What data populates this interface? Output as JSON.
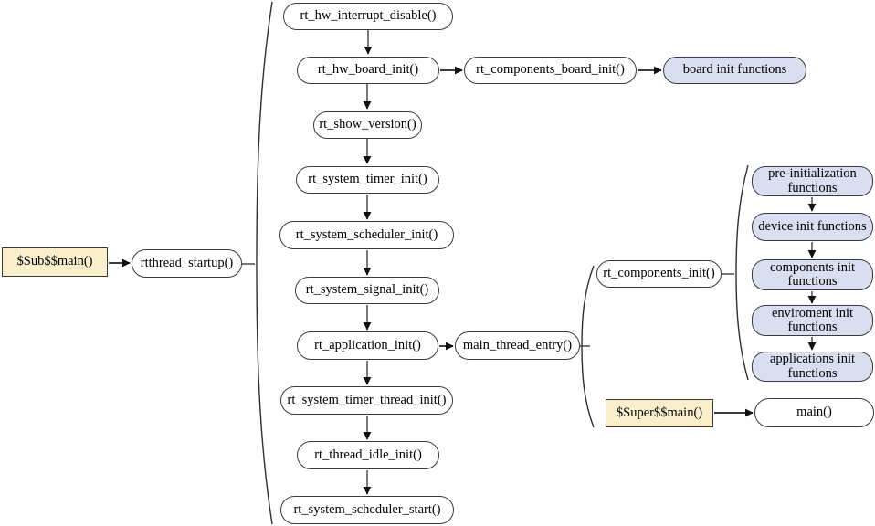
{
  "diagram": {
    "type": "flowchart",
    "colors": {
      "node_border": "#3a3a3a",
      "node_fill": "#ffffff",
      "highlight_fill": "#fbeecb",
      "accent_fill": "#d9dff1",
      "arrow_line": "#7b7b7b",
      "arrow_head": "#111111"
    },
    "nodes": [
      {
        "id": "sub-main",
        "label": "$Sub$$main()",
        "shape": "rect",
        "fill": "tan"
      },
      {
        "id": "rtthread-startup",
        "label": "rtthread_startup()",
        "shape": "pill",
        "fill": "white"
      },
      {
        "id": "rt-hw-interrupt-disable",
        "label": "rt_hw_interrupt_disable()",
        "shape": "pill",
        "fill": "white"
      },
      {
        "id": "rt-hw-board-init",
        "label": "rt_hw_board_init()",
        "shape": "pill",
        "fill": "white"
      },
      {
        "id": "rt-components-board-init",
        "label": "rt_components_board_init()",
        "shape": "pill",
        "fill": "white"
      },
      {
        "id": "board-init-functions",
        "label": "board init functions",
        "shape": "pill",
        "fill": "accent"
      },
      {
        "id": "rt-show-version",
        "label": "rt_show_version()",
        "shape": "pill",
        "fill": "white"
      },
      {
        "id": "rt-system-timer-init",
        "label": "rt_system_timer_init()",
        "shape": "pill",
        "fill": "white"
      },
      {
        "id": "rt-system-scheduler-init",
        "label": "rt_system_scheduler_init()",
        "shape": "pill",
        "fill": "white"
      },
      {
        "id": "rt-system-signal-init",
        "label": "rt_system_signal_init()",
        "shape": "pill",
        "fill": "white"
      },
      {
        "id": "rt-application-init",
        "label": "rt_application_init()",
        "shape": "pill",
        "fill": "white"
      },
      {
        "id": "main-thread-entry",
        "label": "main_thread_entry()",
        "shape": "pill",
        "fill": "white"
      },
      {
        "id": "rt-components-init",
        "label": "rt_components_init()",
        "shape": "pill",
        "fill": "white"
      },
      {
        "id": "pre-initialization-functions",
        "label": "pre-initialization functions",
        "shape": "pill",
        "fill": "accent"
      },
      {
        "id": "device-init-functions",
        "label": "device init functions",
        "shape": "pill",
        "fill": "accent"
      },
      {
        "id": "components-init-functions",
        "label": "components init functions",
        "shape": "pill",
        "fill": "accent"
      },
      {
        "id": "enviroment-init-functions",
        "label": "enviroment init functions",
        "shape": "pill",
        "fill": "accent"
      },
      {
        "id": "applications-init-functions",
        "label": "applications init functions",
        "shape": "pill",
        "fill": "accent"
      },
      {
        "id": "super-main",
        "label": "$Super$$main()",
        "shape": "rect",
        "fill": "tan"
      },
      {
        "id": "main",
        "label": "main()",
        "shape": "pill",
        "fill": "white"
      },
      {
        "id": "rt-system-timer-thread-init",
        "label": "rt_system_timer_thread_init()",
        "shape": "pill",
        "fill": "white"
      },
      {
        "id": "rt-thread-idle-init",
        "label": "rt_thread_idle_init()",
        "shape": "pill",
        "fill": "white"
      },
      {
        "id": "rt-system-scheduler-start",
        "label": "rt_system_scheduler_start()",
        "shape": "pill",
        "fill": "white"
      }
    ],
    "edges": [
      {
        "from": "sub-main",
        "to": "rtthread-startup",
        "type": "arrow"
      },
      {
        "from": "rtthread-startup",
        "to": "startup-brace-group",
        "type": "brace"
      },
      {
        "from": "rt-hw-interrupt-disable",
        "to": "rt-hw-board-init",
        "type": "arrow"
      },
      {
        "from": "rt-hw-board-init",
        "to": "rt-components-board-init",
        "type": "arrow"
      },
      {
        "from": "rt-components-board-init",
        "to": "board-init-functions",
        "type": "arrow"
      },
      {
        "from": "rt-hw-board-init",
        "to": "rt-show-version",
        "type": "arrow"
      },
      {
        "from": "rt-show-version",
        "to": "rt-system-timer-init",
        "type": "arrow"
      },
      {
        "from": "rt-system-timer-init",
        "to": "rt-system-scheduler-init",
        "type": "arrow"
      },
      {
        "from": "rt-system-scheduler-init",
        "to": "rt-system-signal-init",
        "type": "arrow"
      },
      {
        "from": "rt-system-signal-init",
        "to": "rt-application-init",
        "type": "arrow"
      },
      {
        "from": "rt-application-init",
        "to": "main-thread-entry",
        "type": "arrow"
      },
      {
        "from": "rt-application-init",
        "to": "rt-system-timer-thread-init",
        "type": "arrow"
      },
      {
        "from": "main-thread-entry",
        "to": "entry-brace-group",
        "type": "brace"
      },
      {
        "from": "rt-components-init",
        "to": "components-brace-group",
        "type": "brace"
      },
      {
        "from": "pre-initialization-functions",
        "to": "device-init-functions",
        "type": "arrow"
      },
      {
        "from": "device-init-functions",
        "to": "components-init-functions",
        "type": "arrow"
      },
      {
        "from": "components-init-functions",
        "to": "enviroment-init-functions",
        "type": "arrow"
      },
      {
        "from": "enviroment-init-functions",
        "to": "applications-init-functions",
        "type": "arrow"
      },
      {
        "from": "super-main",
        "to": "main",
        "type": "arrow"
      },
      {
        "from": "rt-system-timer-thread-init",
        "to": "rt-thread-idle-init",
        "type": "arrow"
      },
      {
        "from": "rt-thread-idle-init",
        "to": "rt-system-scheduler-start",
        "type": "arrow"
      }
    ],
    "groups": [
      {
        "id": "startup-brace-group",
        "members": [
          "rt-hw-interrupt-disable",
          "rt-hw-board-init",
          "rt-show-version",
          "rt-system-timer-init",
          "rt-system-scheduler-init",
          "rt-system-signal-init",
          "rt-application-init",
          "rt-system-timer-thread-init",
          "rt-thread-idle-init",
          "rt-system-scheduler-start"
        ]
      },
      {
        "id": "entry-brace-group",
        "members": [
          "rt-components-init",
          "super-main"
        ]
      },
      {
        "id": "components-brace-group",
        "members": [
          "pre-initialization-functions",
          "device-init-functions",
          "components-init-functions",
          "enviroment-init-functions",
          "applications-init-functions"
        ]
      }
    ]
  }
}
